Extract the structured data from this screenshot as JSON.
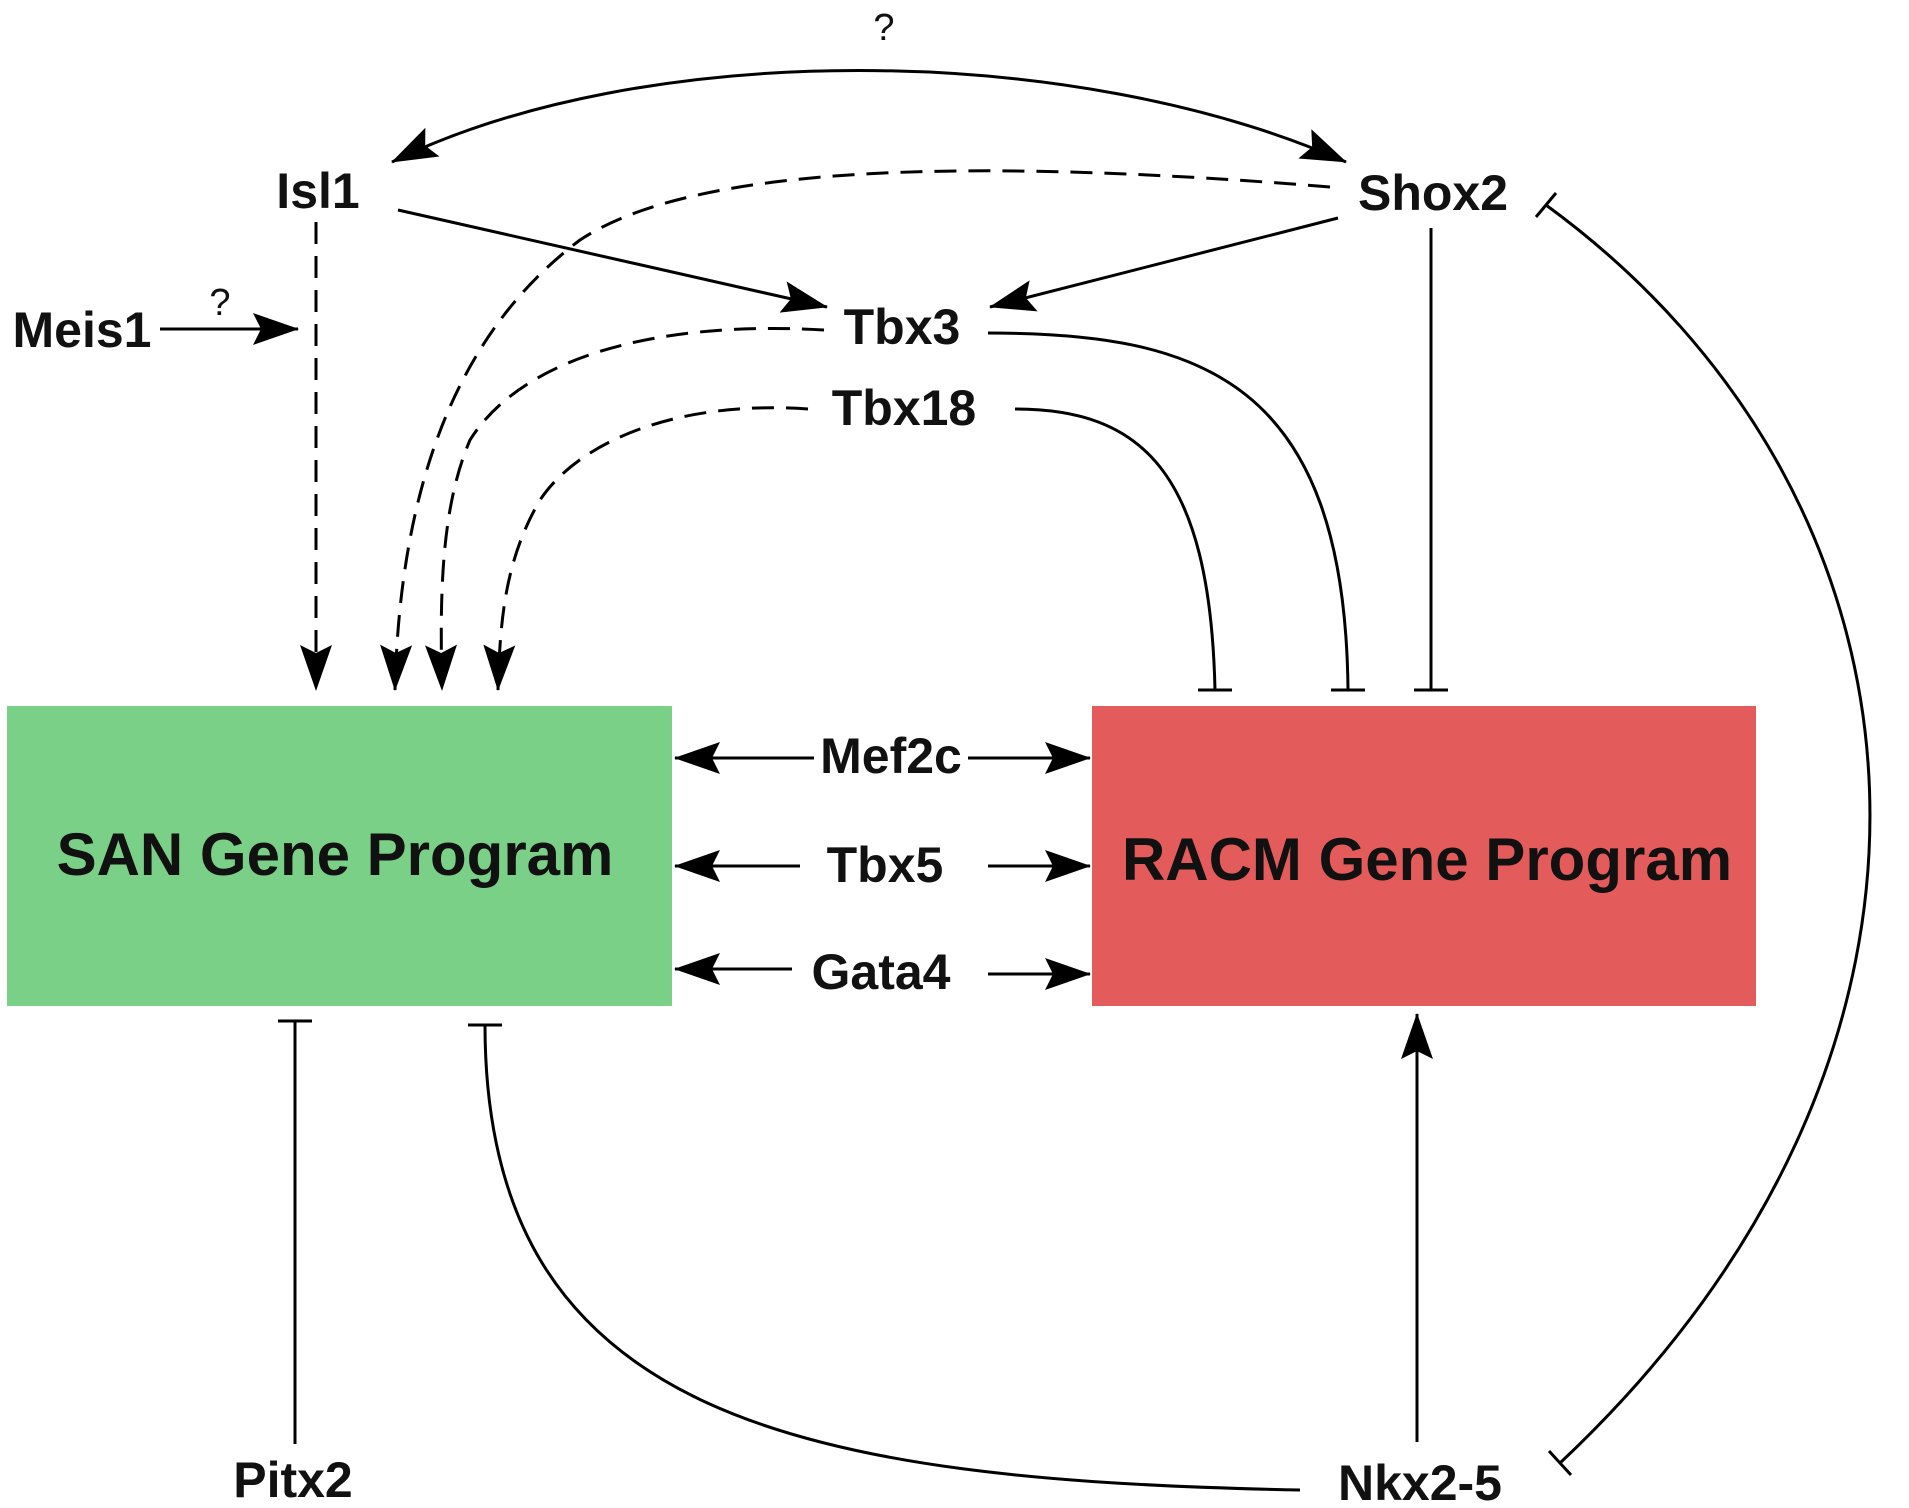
{
  "nodes": {
    "isl1": "Isl1",
    "shox2": "Shox2",
    "meis1": "Meis1",
    "tbx3": "Tbx3",
    "tbx18": "Tbx18",
    "mef2c": "Mef2c",
    "tbx5": "Tbx5",
    "gata4": "Gata4",
    "pitx2": "Pitx2",
    "nkx25": "Nkx2-5"
  },
  "boxes": {
    "san": {
      "label": "SAN Gene Program",
      "color": "#7bd088"
    },
    "racm": {
      "label": "RACM Gene Program",
      "color": "#e45b5b"
    }
  },
  "annotations": {
    "isl1_shox2_question": "?",
    "meis1_question": "?"
  }
}
